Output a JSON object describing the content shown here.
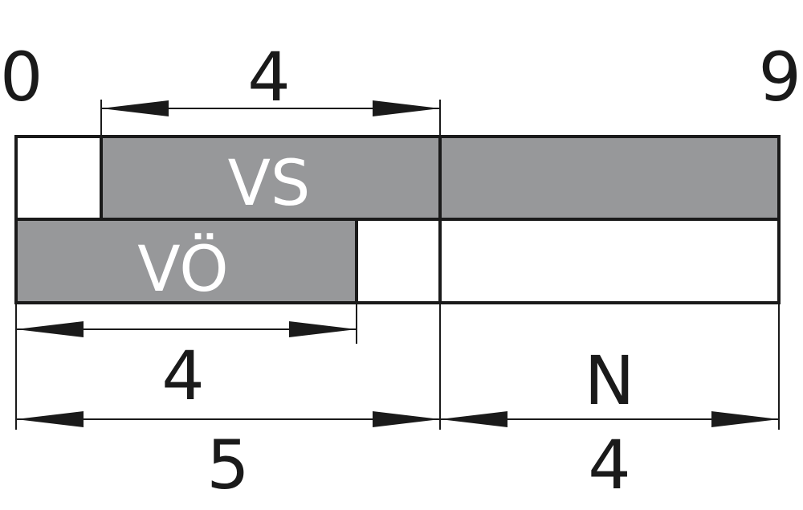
{
  "scale": {
    "start": "0",
    "end": "9"
  },
  "bars": {
    "vs": {
      "label": "VS",
      "from": 1,
      "to": 9
    },
    "vo": {
      "label": "VÖ",
      "from": 0,
      "to": 4
    }
  },
  "dimensions": {
    "vs_length": "4",
    "vo_length": "4",
    "total_left": "5",
    "right_name": "N",
    "right_length": "4"
  },
  "colors": {
    "fill": "#97989a",
    "line": "#1a1a1a",
    "background": "#ffffff"
  }
}
